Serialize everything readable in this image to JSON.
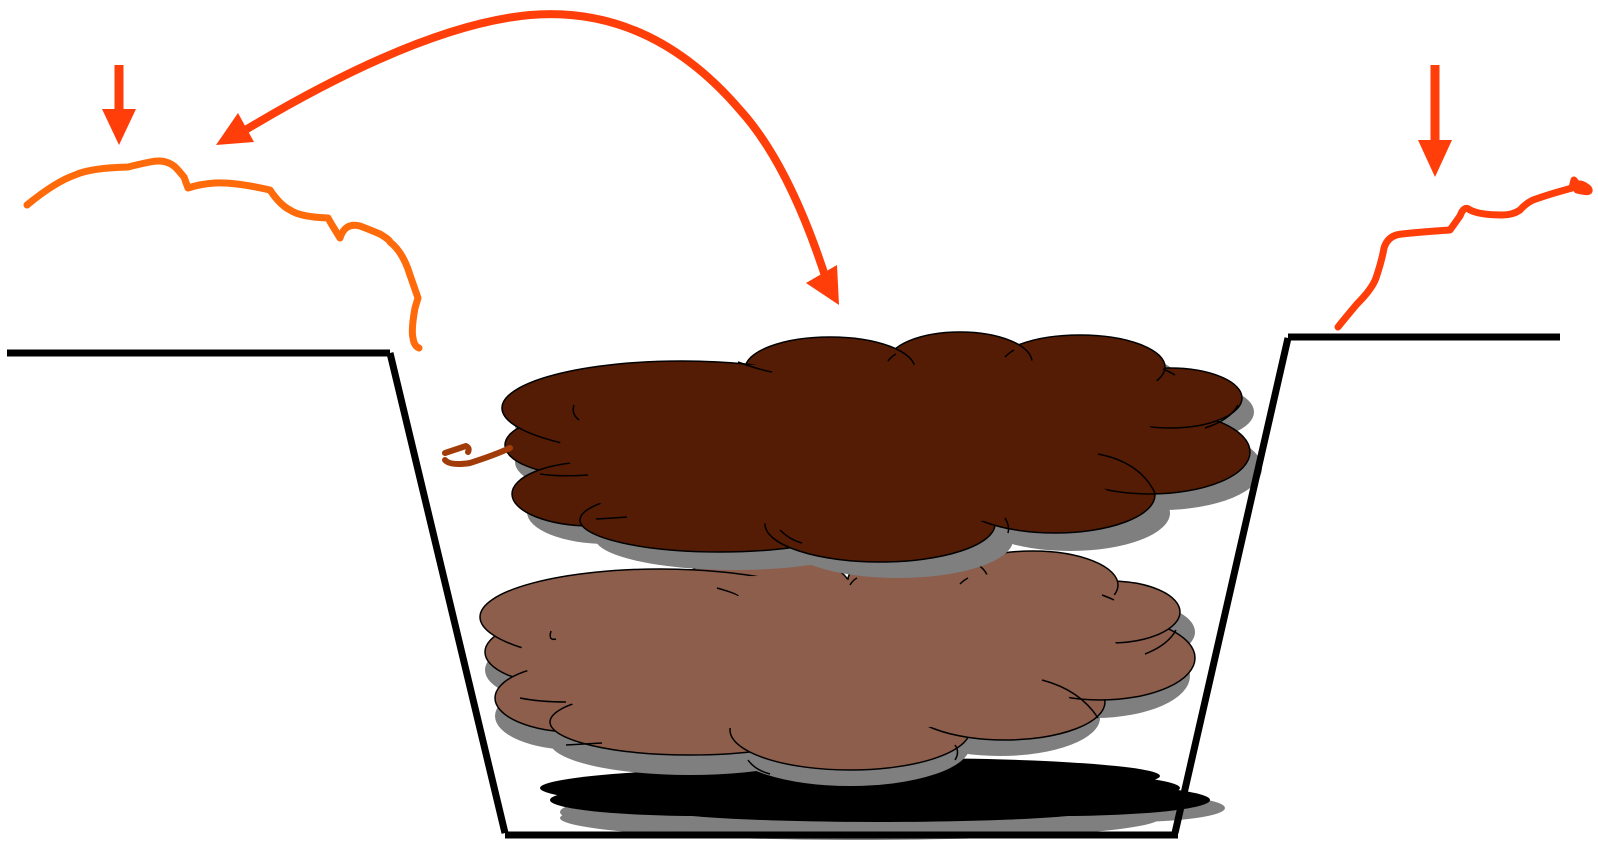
{
  "diagram": {
    "colors": {
      "background": "#ffffff",
      "outline": "#000000",
      "top_layer": "#541c04",
      "middle_layer": "#8c5e4b",
      "bottom_layer": "#000000",
      "shadow": "#7f7f7f",
      "arrow_red": "#ff3e0a",
      "river_orange": "#ff6a0a",
      "drip_brown": "#a13c09"
    },
    "elements": {
      "ground_profile": "line",
      "top_layer": "cloud-shape",
      "middle_layer": "cloud-shape",
      "bottom_layer": "cloud-shape",
      "curved_arrow": "arrow",
      "down_arrow_left": "arrow",
      "down_arrow_right": "arrow",
      "left_stream": "wavy-line",
      "right_stream": "wavy-line",
      "inner_drip": "wavy-line"
    }
  }
}
